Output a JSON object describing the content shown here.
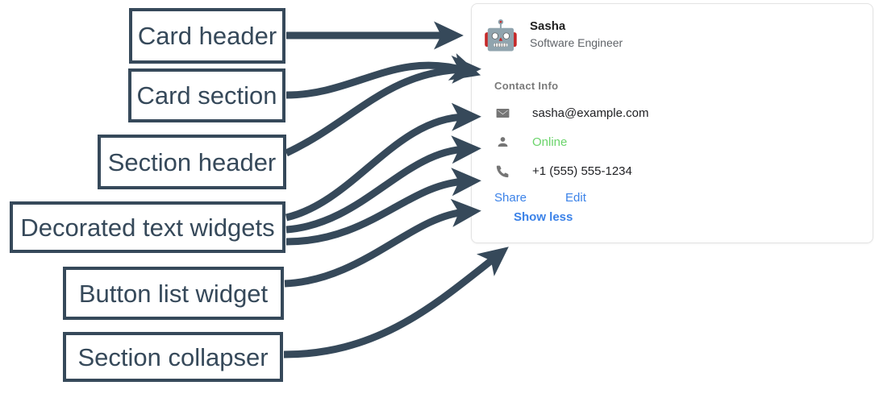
{
  "annotations": {
    "boxes": [
      {
        "id": "card-header",
        "label": "Card header"
      },
      {
        "id": "card-section",
        "label": "Card section"
      },
      {
        "id": "section-header",
        "label": "Section header"
      },
      {
        "id": "decorated-text",
        "label": "Decorated text widgets"
      },
      {
        "id": "button-list",
        "label": "Button list widget"
      },
      {
        "id": "section-collapser",
        "label": "Section collapser"
      }
    ],
    "line_color": "#36495a"
  },
  "card": {
    "header": {
      "avatar_icon": "robot-icon",
      "avatar_glyph": "🤖",
      "title": "Sasha",
      "subtitle": "Software Engineer"
    },
    "section": {
      "header": "Contact Info",
      "rows": [
        {
          "icon": "email-icon",
          "text": "sasha@example.com",
          "color": "#202124"
        },
        {
          "icon": "person-icon",
          "text": "Online",
          "color": "#6bd46b"
        },
        {
          "icon": "phone-icon",
          "text": "+1 (555) 555-1234",
          "color": "#202124"
        }
      ],
      "buttons": [
        {
          "label": "Share"
        },
        {
          "label": "Edit"
        }
      ],
      "collapser": {
        "label": "Show less"
      }
    },
    "colors": {
      "link": "#3b82e8",
      "online": "#6bd46b",
      "muted": "#7a7a7a",
      "border": "#e3e3e3"
    }
  }
}
